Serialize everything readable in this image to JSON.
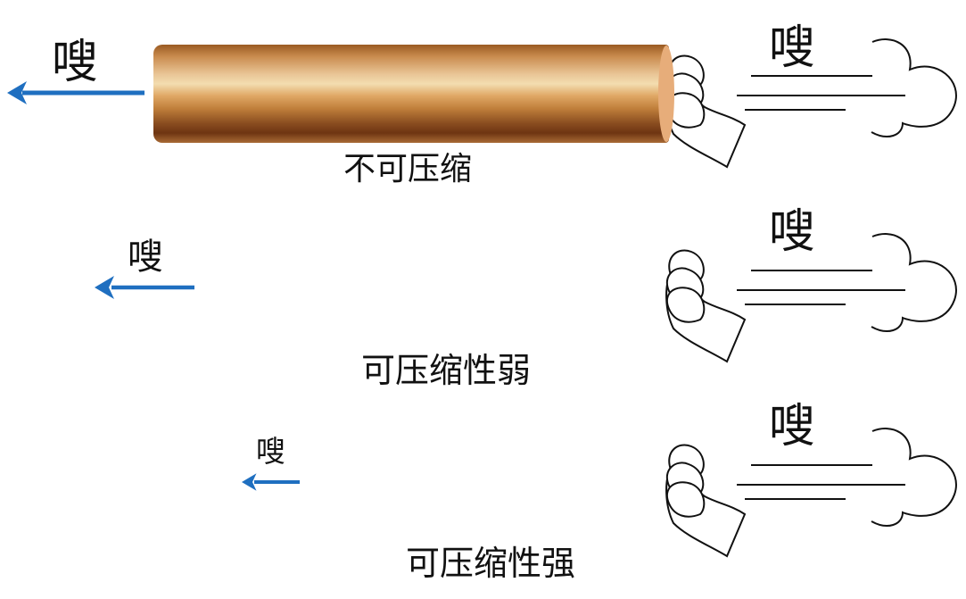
{
  "rows": [
    {
      "caption": "不可压缩",
      "left_sound": "嗖",
      "right_sound": "嗖"
    },
    {
      "caption": "可压缩性弱",
      "left_sound": "嗖",
      "right_sound": "嗖"
    },
    {
      "caption": "可压缩性强",
      "left_sound": "嗖",
      "right_sound": "嗖"
    }
  ],
  "colors": {
    "arrow": "#1f6fc0",
    "rod_light": "#f3ddb0",
    "rod_dark": "#6e3512",
    "line": "#111111"
  }
}
